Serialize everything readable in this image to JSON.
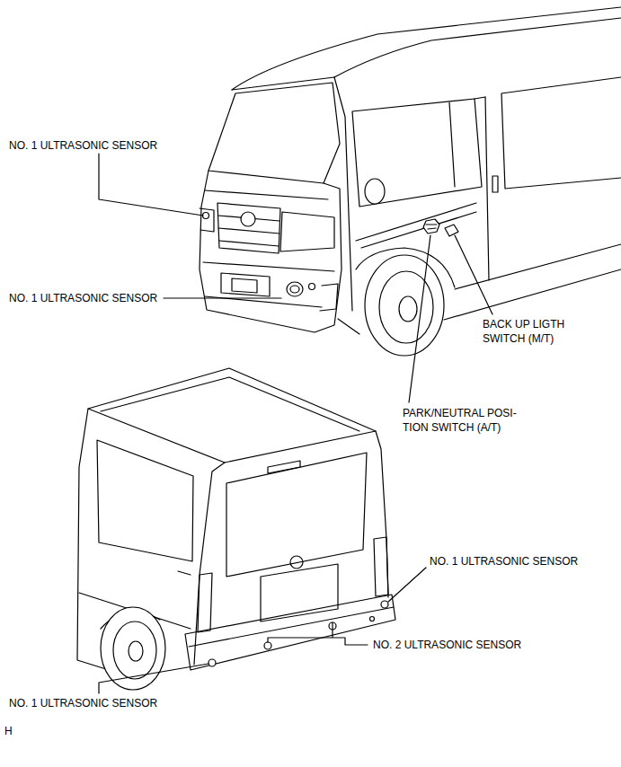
{
  "diagram": {
    "labels": [
      "NO. 1 ULTRASONIC SENSOR",
      "NO. 1 ULTRASONIC SENSOR",
      "BACK UP LIGTH SWITCH (M/T)",
      "PARK/NEUTRAL POSI- TION SWITCH (A/T)",
      "NO. 1 ULTRASONIC SENSOR",
      "NO. 2 ULTRASONIC SENSOR",
      "NO. 1 ULTRASONIC SENSOR",
      "H"
    ]
  }
}
